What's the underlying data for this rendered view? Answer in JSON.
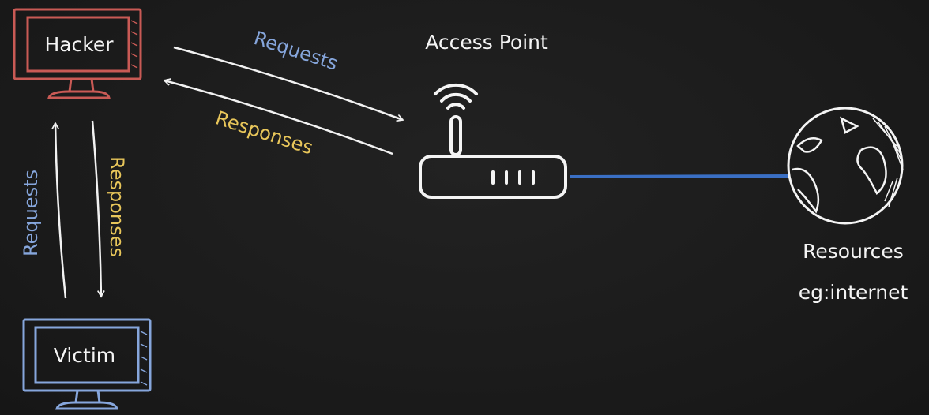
{
  "nodes": {
    "hacker": {
      "label": "Hacker",
      "color": "#c95a55"
    },
    "victim": {
      "label": "Victim",
      "color": "#86a6dc"
    },
    "access_point": {
      "label": "Access Point"
    },
    "resources": {
      "label": "Resources",
      "sublabel": "eg:internet"
    }
  },
  "edges": {
    "hacker_to_ap": {
      "label": "Requests",
      "color": "#86a6dc"
    },
    "ap_to_hacker": {
      "label": "Responses",
      "color": "#e8c65a"
    },
    "victim_to_hacker": {
      "label": "Requests",
      "color": "#86a6dc"
    },
    "hacker_to_victim": {
      "label": "Responses",
      "color": "#e8c65a"
    },
    "ap_to_resources": {
      "color": "#3a6fc4"
    }
  }
}
